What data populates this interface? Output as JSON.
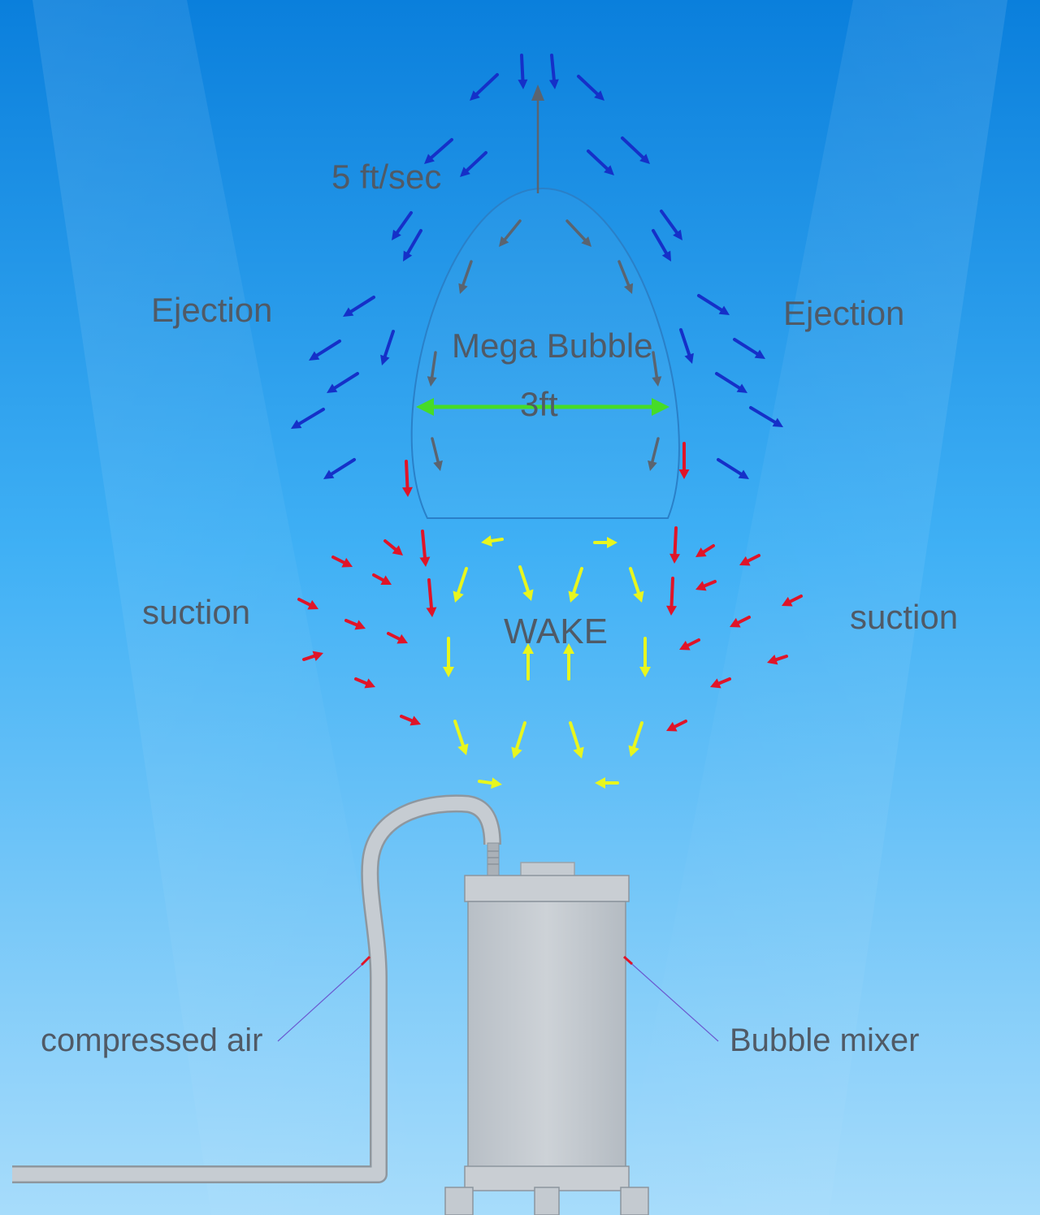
{
  "labels": {
    "speed": "5 ft/sec",
    "ejection_left": "Ejection",
    "ejection_right": "Ejection",
    "bubble": "Mega Bubble",
    "width": "3ft",
    "suction_left": "suction",
    "suction_right": "suction",
    "wake": "WAKE",
    "air": "compressed air",
    "mixer": "Bubble mixer"
  },
  "colors": {
    "water_top": "#0a7fdc",
    "water_mid": "#3fb0f5",
    "water_bottom": "#a7dcfb",
    "ejection_arrow": "#1530c8",
    "suction_arrow": "#e01428",
    "wake_arrow": "#e8f61e",
    "internal_arrow": "#5a6470",
    "width_arrow": "#46dc28",
    "bubble_outline": "#2a80c8",
    "device": "#c2c8ce",
    "label_text": "#505a66"
  }
}
